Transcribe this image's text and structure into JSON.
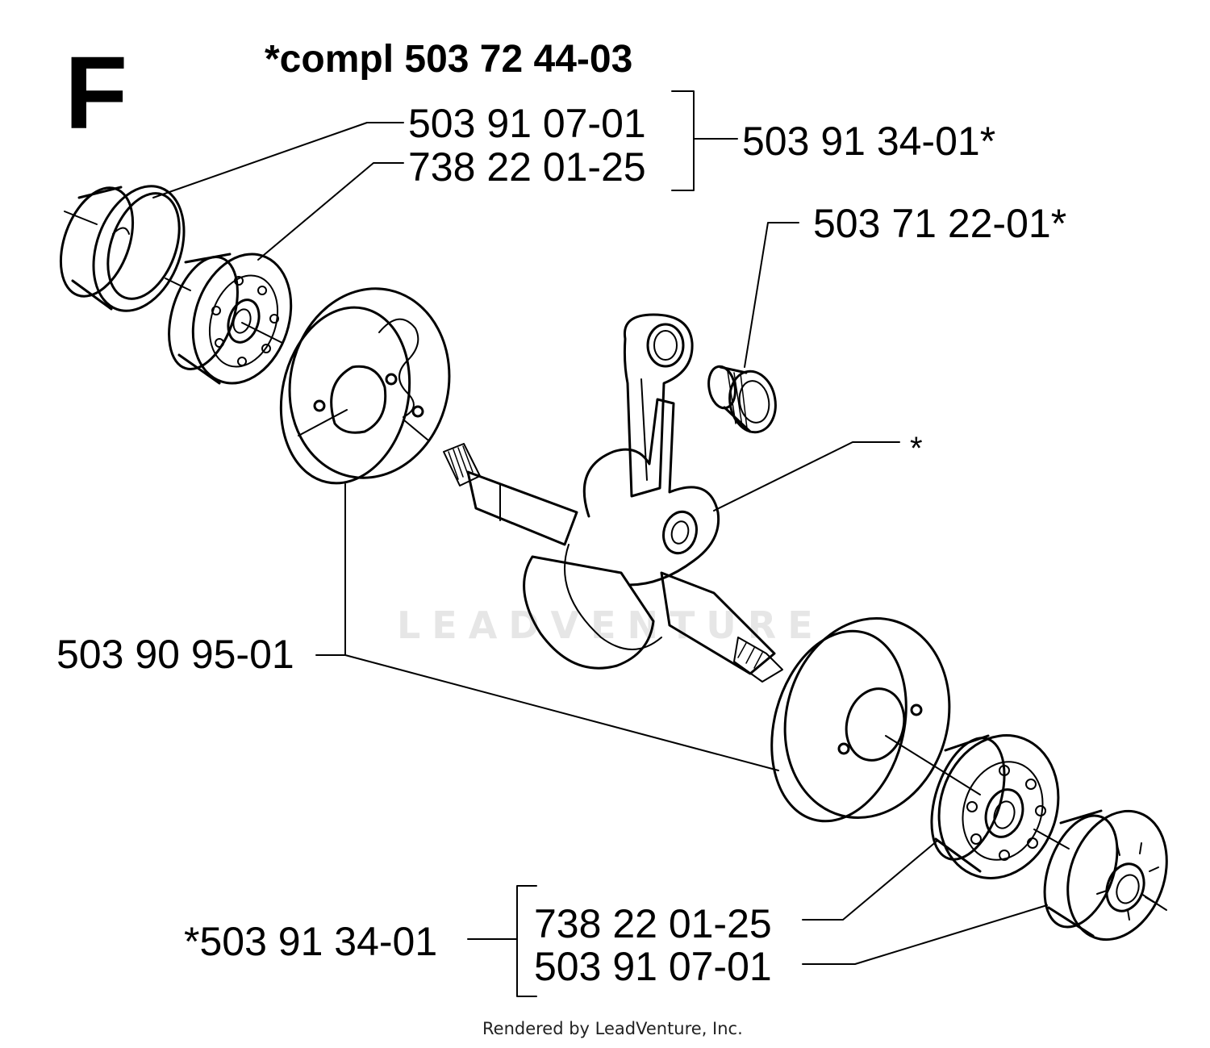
{
  "section_letter": "F",
  "assembly_label": "*compl 503 72 44-03",
  "parts": {
    "seal_left": "503 91 07-01",
    "bearing_left": "738 22 01-25",
    "bearing_kit_top": "503 91 34-01*",
    "needle_bearing": "503 71 22-01*",
    "crank_note": "*",
    "crankcase_half": "503 90 95-01",
    "bearing_kit_bottom": "*503 91 34-01",
    "bearing_right": "738 22 01-25",
    "seal_right": "503 91 07-01"
  },
  "watermark": "LEADVENTURE",
  "credit": "Rendered by LeadVenture, Inc."
}
